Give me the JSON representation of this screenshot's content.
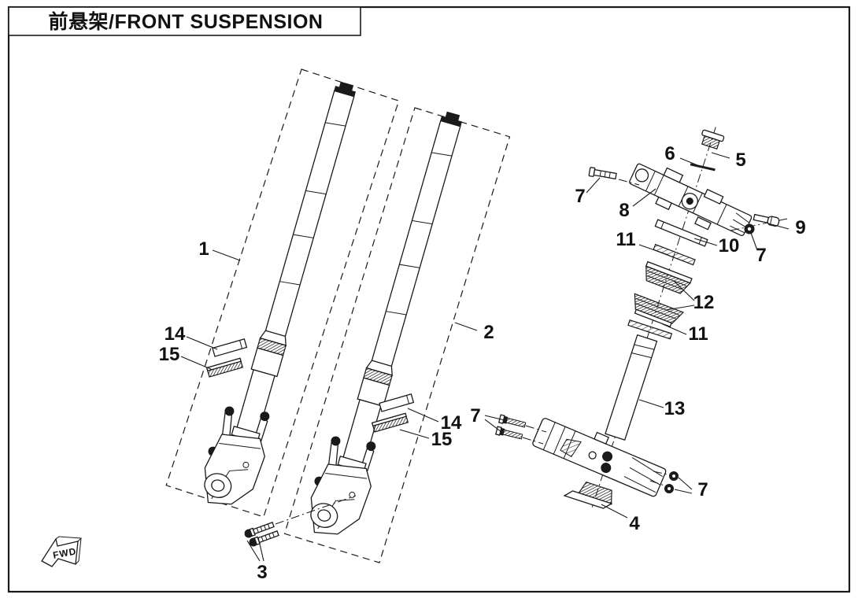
{
  "title_block": {
    "title": "前悬架/FRONT SUSPENSION"
  },
  "direction_indicator": {
    "label": "FWD"
  },
  "colors": {
    "background": "#ffffff",
    "line": "#1a1a1a"
  },
  "callouts": [
    {
      "label": "1"
    },
    {
      "label": "2"
    },
    {
      "label": "3"
    },
    {
      "label": "4"
    },
    {
      "label": "5"
    },
    {
      "label": "6"
    },
    {
      "label": "7"
    },
    {
      "label": "7"
    },
    {
      "label": "7"
    },
    {
      "label": "7"
    },
    {
      "label": "8"
    },
    {
      "label": "9"
    },
    {
      "label": "10"
    },
    {
      "label": "11"
    },
    {
      "label": "11"
    },
    {
      "label": "12"
    },
    {
      "label": "13"
    },
    {
      "label": "14"
    },
    {
      "label": "15"
    },
    {
      "label": "14"
    },
    {
      "label": "15"
    }
  ]
}
